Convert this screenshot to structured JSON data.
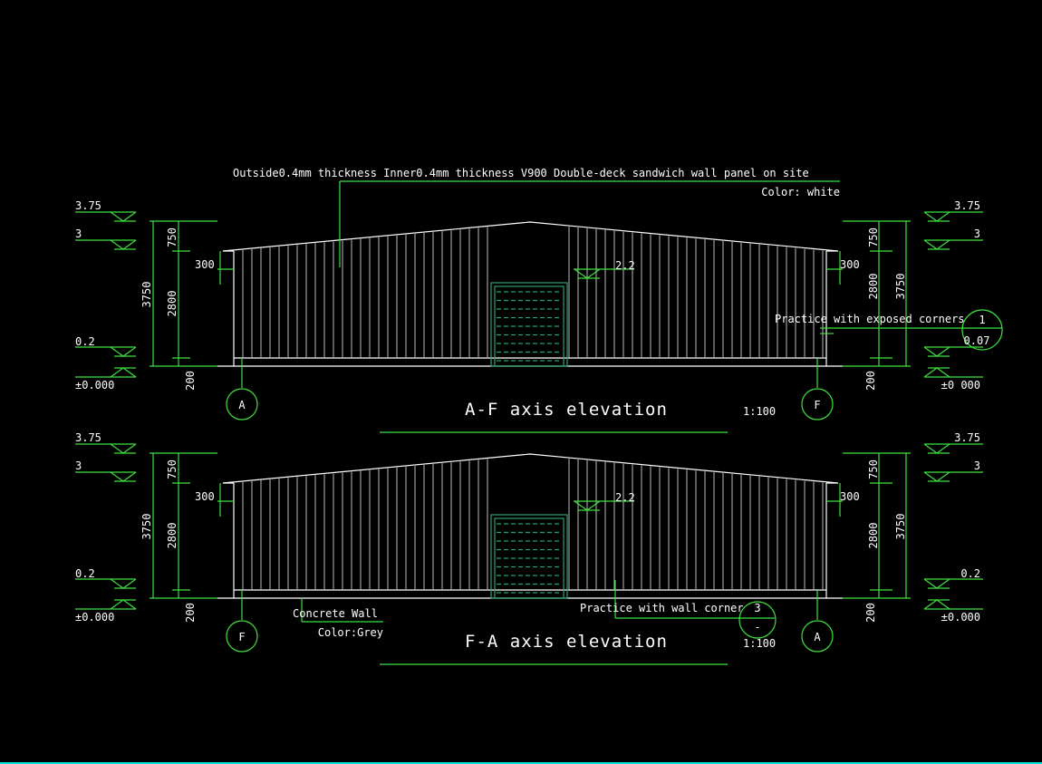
{
  "header_note": "Outside0.4mm thickness Inner0.4mm thickness V900 Double-deck sandwich wall panel on site",
  "header_color": "Color: white",
  "colors": {
    "line": "#3ee03e",
    "text": "#ffffff",
    "panel": "#bdbdbd",
    "door": "#2e9e6e",
    "frame": "#00e5e5"
  },
  "levels": {
    "top": "3.75",
    "eave": "3",
    "plinth": "0.2",
    "ground": "±0.000",
    "ground_right_top": "±0 000"
  },
  "dims": {
    "total": "3750",
    "roof": "750",
    "wall": "2800",
    "base": "200",
    "parapet": "300",
    "door_level": "2.2"
  },
  "elevations": [
    {
      "title": "A-F axis elevation",
      "scale": "1:100",
      "axis_left": "A",
      "axis_right": "F",
      "callout": {
        "text": "Practice with exposed corners",
        "num": "1",
        "sub": "0.07"
      }
    },
    {
      "title": "F-A axis elevation",
      "scale": "1:100",
      "axis_left": "F",
      "axis_right": "A",
      "callout": {
        "text": "Practice with wall corner",
        "num": "3",
        "sub": "-"
      },
      "wall_note": "Concrete Wall",
      "wall_color": "Color:Grey"
    }
  ]
}
